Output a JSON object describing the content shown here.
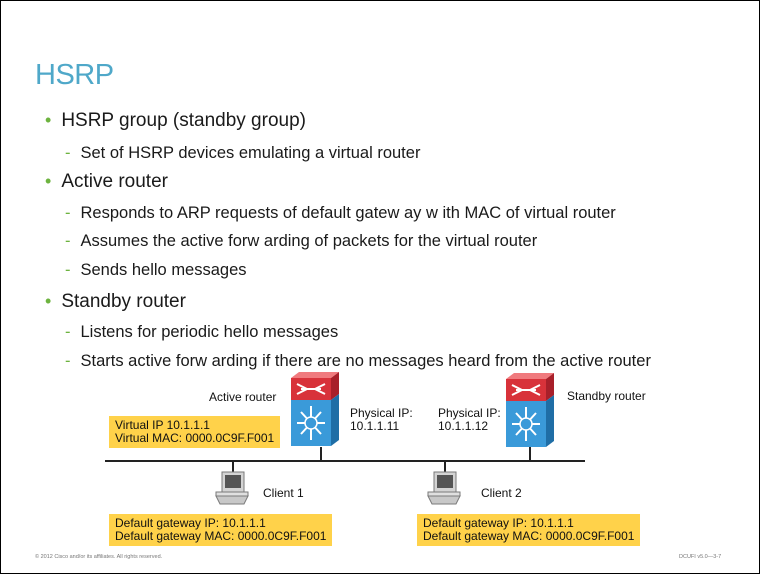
{
  "title": "HSRP",
  "bullets": [
    {
      "text": "HSRP group (standby group)",
      "sub": [
        "Set of HSRP  devices emulating  a virtual router"
      ]
    },
    {
      "text": "Active router",
      "sub": [
        "Responds to ARP requests of default gatew ay w ith MAC of virtual router",
        "Assumes the active forw arding of packets for the virtual router",
        "Sends hello  messages"
      ]
    },
    {
      "text": "Standby router",
      "sub": [
        "Listens for periodic hello messages",
        "Starts active forw arding if there are no messages  heard from the active router"
      ]
    }
  ],
  "diagram": {
    "active_label": "Active router",
    "standby_label": "Standby router",
    "virtual_ip": "Virtual IP 10.1.1.1",
    "virtual_mac": "Virtual MAC: 0000.0C9F.F001",
    "phys_active_title": "Physical IP:",
    "phys_active_ip": "10.1.1.11",
    "phys_standby_title": "Physical IP:",
    "phys_standby_ip": "10.1.1.12",
    "client1": "Client 1",
    "client2": "Client 2",
    "client1_gw_ip": "Default gateway IP: 10.1.1.1",
    "client1_gw_mac": "Default gateway  MAC:  0000.0C9F.F001",
    "client2_gw_ip": "Default gateway IP: 10.1.1.1",
    "client2_gw_mac": "Default gateway  MAC: 0000.0C9F.F001"
  },
  "footer": {
    "copyright": "© 2012 Cisco and/or its affiliates. All rights reserved.",
    "code": "DCUFI v5.0—3-7"
  },
  "colors": {
    "title": "#4fa8c9",
    "bullet": "#6db33f",
    "highlight": "#ffd24a",
    "router_red": "#d8323a",
    "router_blue": "#3a9ad9"
  }
}
